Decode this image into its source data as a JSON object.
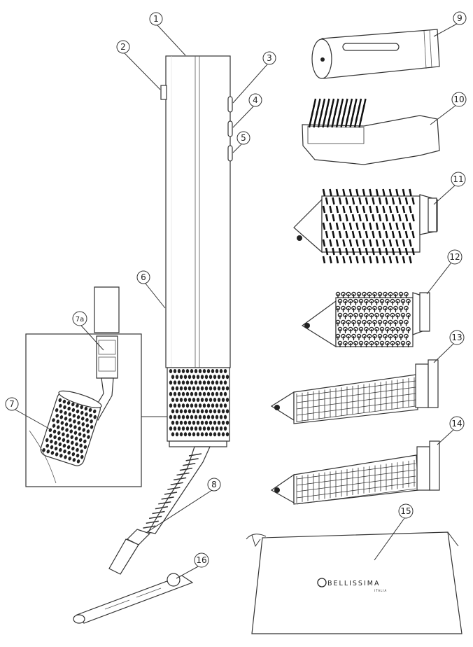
{
  "callouts": [
    "1",
    "2",
    "3",
    "4",
    "5",
    "6",
    "7",
    "7a",
    "8",
    "9",
    "10",
    "11",
    "12",
    "13",
    "14",
    "15",
    "16"
  ],
  "bag": {
    "brand": "BELLISSIMA",
    "brand_sub": "ITALIA"
  }
}
